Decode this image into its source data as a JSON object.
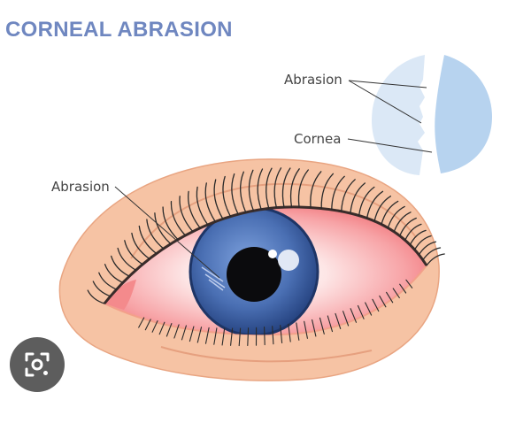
{
  "title": "CORNEAL ABRASION",
  "labels": {
    "abrasion_inset": "Abrasion",
    "cornea": "Cornea",
    "abrasion_eye": "Abrasion"
  },
  "lens_button": {
    "icon": "image-search-icon"
  },
  "colors": {
    "title": "#6f87c0",
    "skin": "#f6c3a4",
    "skin_outline": "#e9a582",
    "sclera_red": "#f37b7e",
    "iris": "#3e5f9e",
    "pupil": "#0b0b0d",
    "cornea_light": "#dbe8f6",
    "cornea_blue": "#b7d3ef",
    "lash": "#2a2a2a"
  }
}
